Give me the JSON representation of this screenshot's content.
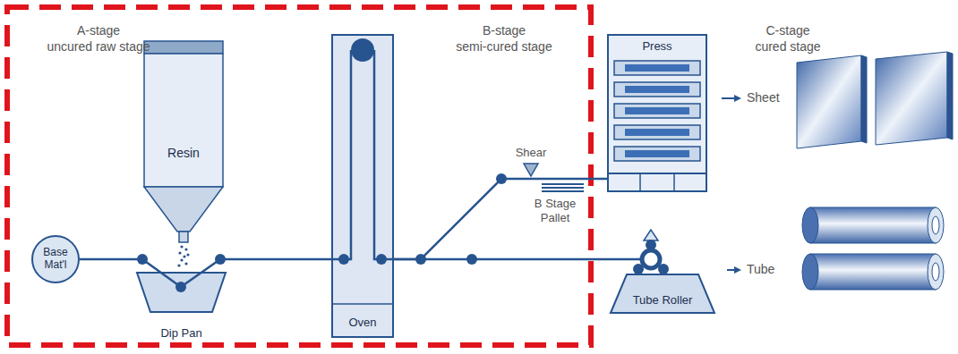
{
  "diagram": {
    "nodes": [
      {
        "text": [
          "Base Mat'l"
        ]
      },
      {
        "text": [
          "Resin"
        ]
      },
      {
        "text": [
          "Dip Pan"
        ]
      },
      {
        "text": [
          "Oven"
        ]
      },
      {
        "text": [
          "Press"
        ]
      },
      {
        "text": [
          "Tube Roller"
        ]
      }
    ],
    "edges": [
      {
        "from": 0,
        "to": 2,
        "arrow": "none"
      },
      {
        "from": 2,
        "to": 3,
        "arrow": "none"
      },
      {
        "from": 3,
        "to": 4,
        "arrow": "none"
      },
      {
        "from": 3,
        "to": 5,
        "arrow": "none"
      }
    ],
    "labels": [
      "A-stage",
      "uncured raw stage",
      "B-stage",
      "semi-cured stage",
      "C-stage",
      "cured stage",
      "Shear",
      "B Stage Pallet",
      "Sheet",
      "Tube"
    ]
  }
}
